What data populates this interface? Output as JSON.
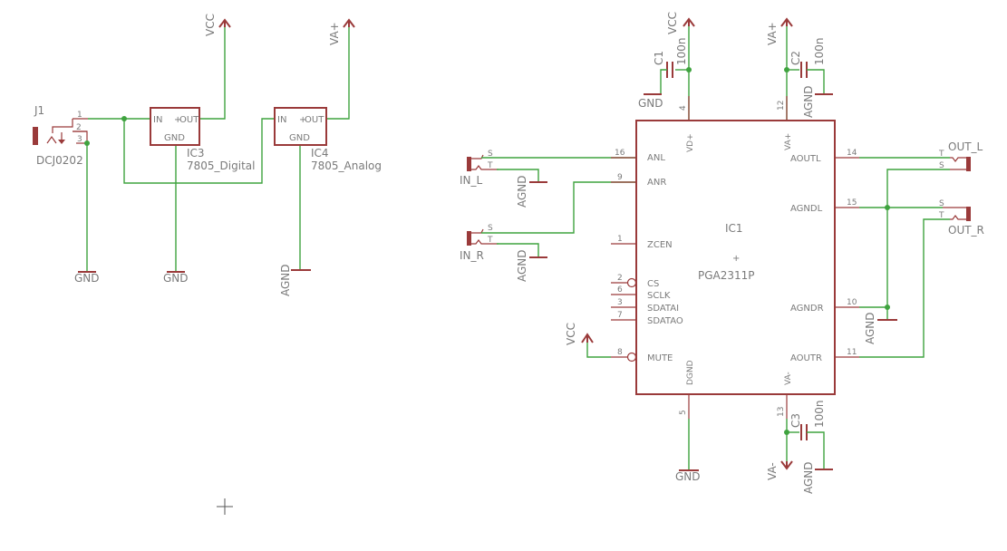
{
  "colors": {
    "symbol": "#9a3a3a",
    "wire": "#3fa33f",
    "text": "#7a7a7a",
    "background": "#ffffff"
  },
  "labels": {
    "j1": "J1",
    "dcj": "DCJ0202",
    "j1_p1": "1",
    "j1_p2": "2",
    "j1_p3": "3",
    "gnd_a": "GND",
    "gnd_b": "GND",
    "ic3_in": "IN",
    "ic3_out": "OUT",
    "ic3_gnd": "GND",
    "ic3_name": "IC3",
    "ic3_val": "7805_Digital",
    "vcc1": "VCC",
    "ic4_in": "IN",
    "ic4_out": "OUT",
    "ic4_gnd": "GND",
    "ic4_name": "IC4",
    "ic4_val": "7805_Analog",
    "vaplus1": "VA+",
    "agnd1": "AGND",
    "in_l": "IN_L",
    "in_l_s": "S",
    "in_l_t": "T",
    "agnd_inl": "AGND",
    "in_r": "IN_R",
    "in_r_s": "S",
    "in_r_t": "T",
    "agnd_inr": "AGND",
    "vcc_c1": "VCC",
    "c1": "C1",
    "c1v": "100n",
    "gnd_c1": "GND",
    "vaplus_c2": "VA+",
    "c2": "C2",
    "c2v": "100n",
    "agnd_c2": "AGND",
    "ic1_name": "IC1",
    "ic1_val": "PGA2311P",
    "pin_anl": "ANL",
    "pin_anr": "ANR",
    "pin_zcen": "ZCEN",
    "pin_cs": "CS",
    "pin_sclk": "SCLK",
    "pin_sdatai": "SDATAI",
    "pin_sdatao": "SDATAO",
    "pin_mute": "MUTE",
    "pin_vdplus": "VD+",
    "pin_vaplus": "VA+",
    "pin_dgnd": "DGND",
    "pin_vaminus": "VA-",
    "pin_aoutl": "AOUTL",
    "pin_agndl": "AGNDL",
    "pin_agndr": "AGNDR",
    "pin_aoutr": "AOUTR",
    "n16": "16",
    "n9": "9",
    "n1": "1",
    "n2": "2",
    "n6": "6",
    "n3": "3",
    "n7": "7",
    "n8": "8",
    "n4": "4",
    "n12": "12",
    "n5": "5",
    "n13": "13",
    "n14": "14",
    "n15": "15",
    "n10": "10",
    "n11": "11",
    "vcc_mute": "VCC",
    "gnd_dgnd": "GND",
    "c3": "C3",
    "c3v": "100n",
    "vaminus": "VA-",
    "agnd_c3": "AGND",
    "out_l": "OUT_L",
    "out_l_t": "T",
    "out_l_s": "S",
    "agnd_out": "AGND",
    "out_r": "OUT_R",
    "out_r_s": "S",
    "out_r_t": "T"
  }
}
